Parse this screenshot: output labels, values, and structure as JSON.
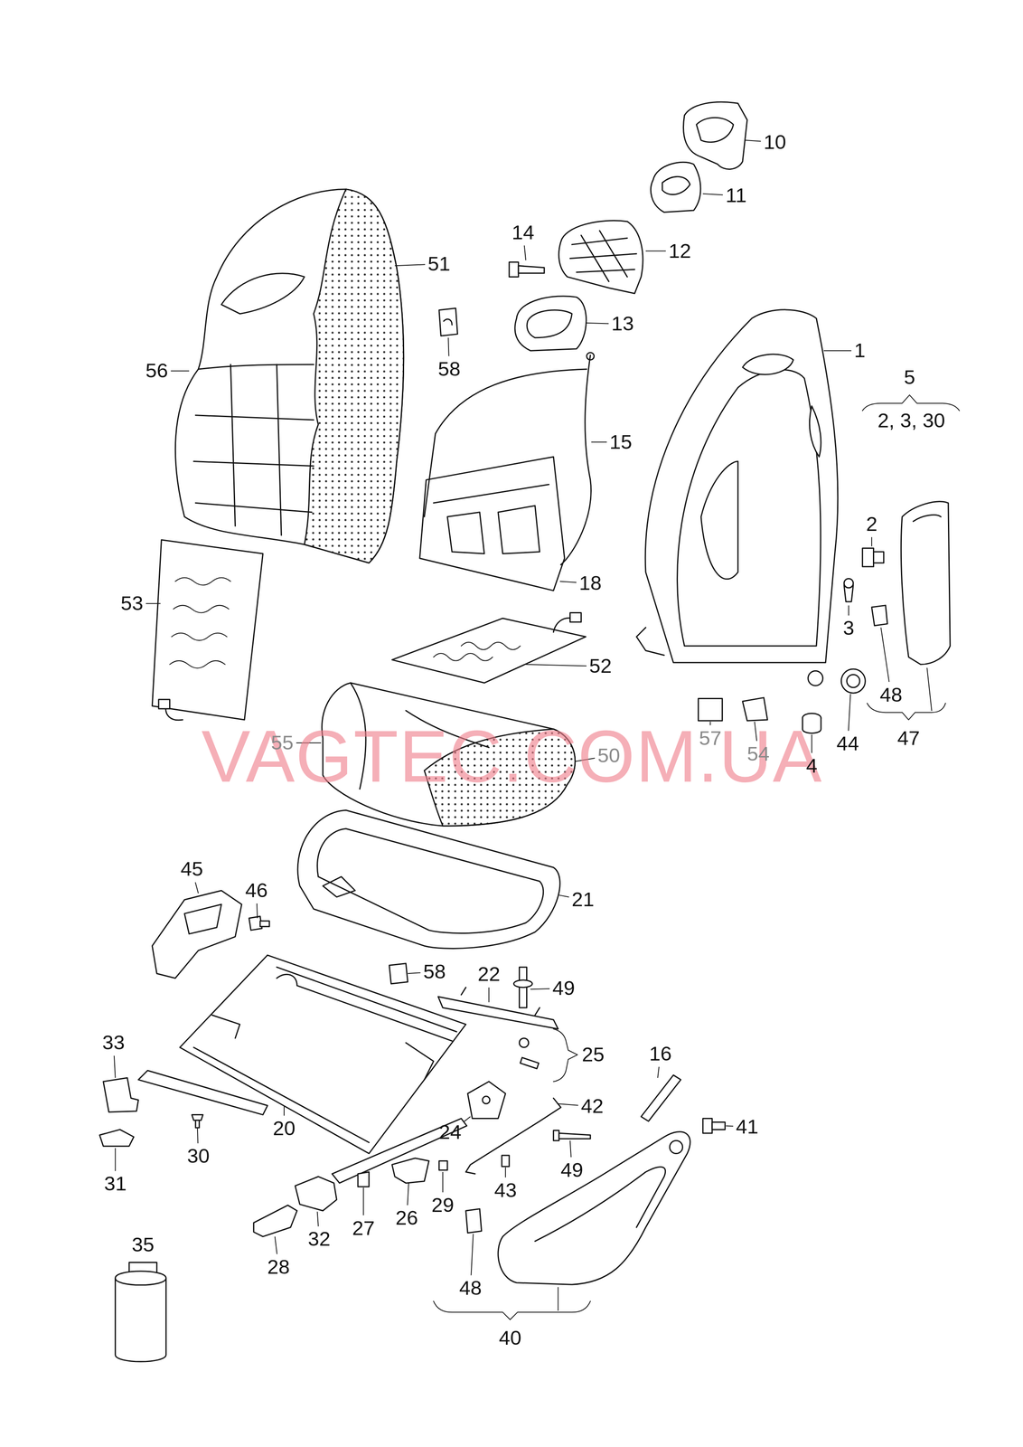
{
  "diagram": {
    "labels": [
      "10",
      "11",
      "14",
      "12",
      "51",
      "58",
      "13",
      "1",
      "5",
      "2, 3, 30",
      "56",
      "15",
      "2",
      "3",
      "18",
      "53",
      "52",
      "48",
      "44",
      "47",
      "57",
      "54",
      "4",
      "55",
      "VAGTEC.COM.UA",
      "50",
      "21",
      "45",
      "46",
      "58",
      "22",
      "49",
      "25",
      "33",
      "16",
      "42",
      "41",
      "24",
      "20",
      "30",
      "49",
      "43",
      "31",
      "29",
      "26",
      "27",
      "32",
      "28",
      "48",
      "35",
      "40"
    ]
  }
}
